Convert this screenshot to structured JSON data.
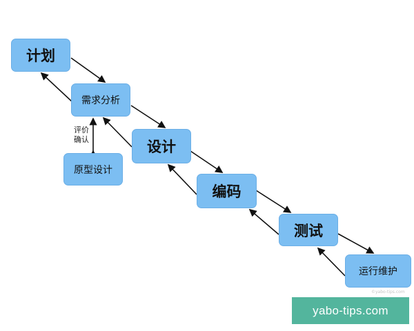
{
  "diagram": {
    "nodes": {
      "plan": "计划",
      "requirements": "需求分析",
      "design": "设计",
      "coding": "编码",
      "testing": "测试",
      "prototype": "原型设计",
      "operations": "运行维护"
    },
    "side_label_line1": "评价",
    "side_label_line2": "确认"
  },
  "watermark": {
    "site_text": "yabo-tips.com",
    "faint_text": "©yabo-tips.com"
  },
  "colors": {
    "node_fill": "#7cbef2",
    "node_border": "#6aaee6",
    "arrow": "#111111",
    "banner": "#53b59d",
    "banner_text": "#ffffff"
  }
}
